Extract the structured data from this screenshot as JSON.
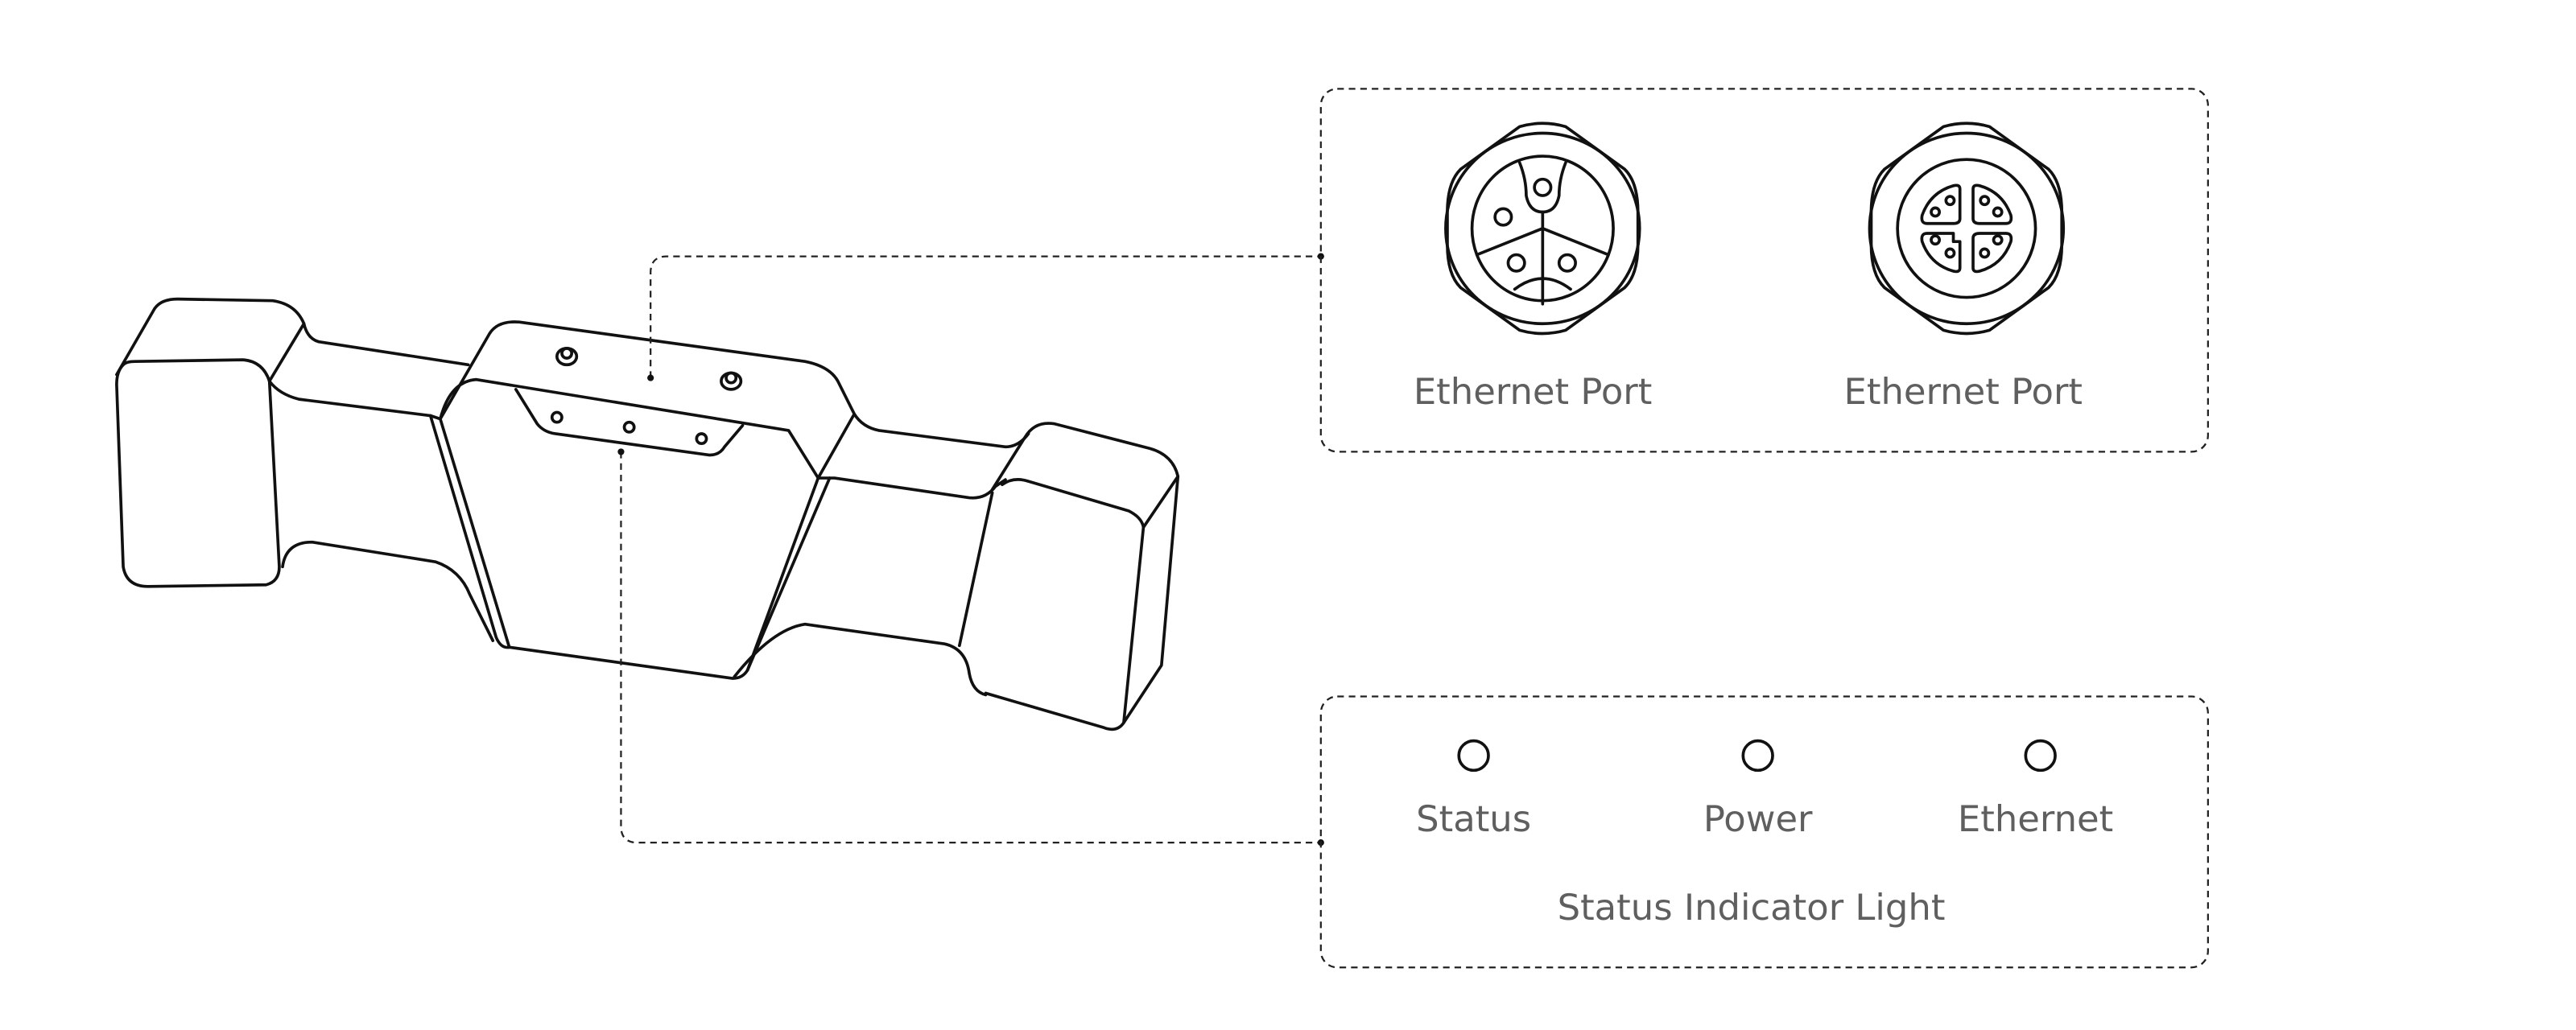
{
  "ports_panel": {
    "port_1_label": "Ethernet Port",
    "port_2_label": "Ethernet Port",
    "port_1_icon": "m12-a-coded-connector-icon",
    "port_2_icon": "m12-x-coded-connector-icon"
  },
  "indicator_panel": {
    "title": "Status Indicator Light",
    "lights": [
      {
        "label": "Status"
      },
      {
        "label": "Power"
      },
      {
        "label": "Ethernet"
      }
    ]
  },
  "colors": {
    "line": "#111111",
    "text": "#5f5f5f"
  }
}
